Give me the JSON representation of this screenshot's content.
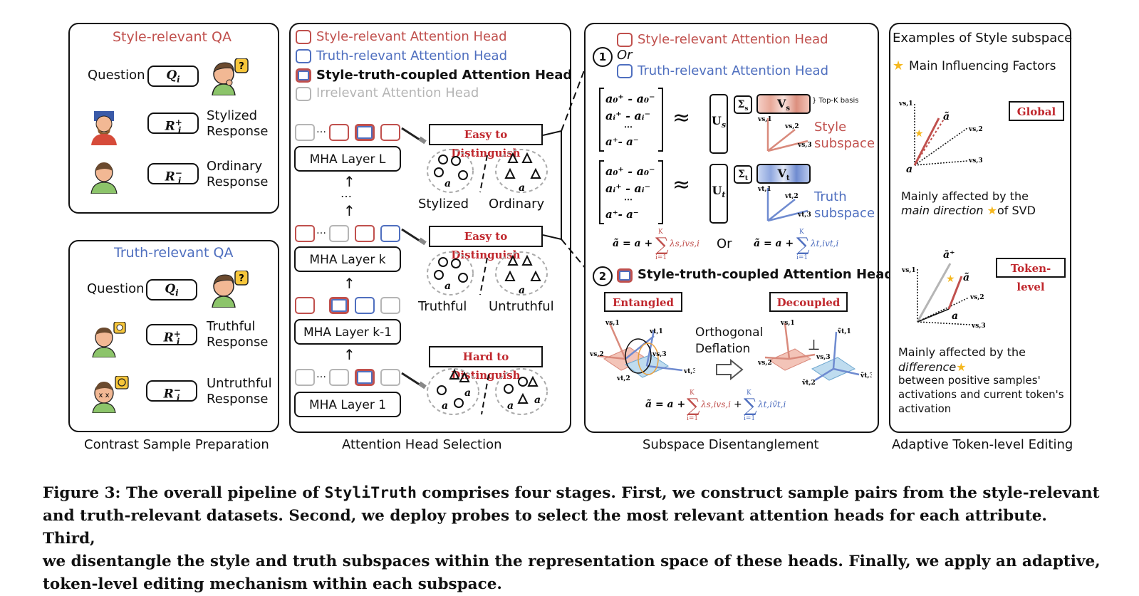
{
  "panel1": {
    "style_box_title": "Style-relevant QA",
    "truth_box_title": "Truth-relevant QA",
    "question_label": "Question",
    "q_symbol": "Q",
    "q_sub": "i",
    "r_pos": "R",
    "r_pos_sup": "+",
    "r_sub": "i",
    "r_neg": "R",
    "r_neg_sup": "−",
    "stylized_line1": "Stylized",
    "stylized_line2": "Response",
    "ordinary_line1": "Ordinary",
    "ordinary_line2": "Response",
    "truthful_line1": "Truthful",
    "truthful_line2": "Response",
    "untruthful_line1": "Untruthful",
    "untruthful_line2": "Response",
    "question_mark": "?",
    "footer": "Contrast Sample Preparation"
  },
  "panel2": {
    "legend": [
      {
        "label": "Style-relevant Attention Head",
        "color": "#c0504d"
      },
      {
        "label": "Truth-relevant Attention Head",
        "color": "#4f6fbf"
      },
      {
        "label": "Style-truth-coupled Attention Head",
        "color": "#111111"
      },
      {
        "label": "Irrelevant Attention Head",
        "color": "#b5b5b5"
      }
    ],
    "layers": [
      "MHA Layer L",
      "MHA Layer k",
      "MHA Layer k-1",
      "MHA Layer 1"
    ],
    "dots": "…",
    "vdots": "⋮",
    "easy": "Easy to Distinguish",
    "hard": "Hard to Distinguish",
    "stylized": "Stylized",
    "ordinary": "Ordinary",
    "truthful": "Truthful",
    "untruthful": "Untruthful",
    "a_plus": "a",
    "a_minus": "a",
    "footer": "Attention Head Selection"
  },
  "panel3": {
    "num1": "1",
    "num2": "2",
    "style_head": "Style-relevant Attention Head",
    "or": "Or",
    "truth_head": "Truth-relevant Attention Head",
    "approx": "≈",
    "u_s": "U",
    "u_s_sub": "s",
    "sigma_s": "Σ",
    "v_s": "V",
    "topk": "Top-K basis",
    "style_subspace_1": "Style",
    "style_subspace_2": "subspace",
    "u_t": "U",
    "u_t_sub": "t",
    "v_t": "V",
    "truth_subspace_1": "Truth",
    "truth_subspace_2": "subspace",
    "or_mid": "Or",
    "coupled_head": "Style-truth-coupled Attention Head",
    "entangled": "Entangled",
    "decoupled": "Decoupled",
    "orth_1": "Orthogonal",
    "orth_2": "Deflation",
    "perp": "⊥",
    "footer": "Subspace Disentanglement"
  },
  "panel4": {
    "title": "Examples of Style subspace",
    "star_label": "Main Influencing Factors",
    "global": "Global",
    "token_level": "Token-level",
    "global_desc_1": "Mainly affected by the",
    "global_desc_2a": "main direction",
    "global_desc_2b": "of SVD",
    "token_desc_1": "Mainly affected by the",
    "token_desc_2": "difference",
    "token_desc_3": "between positive samples'",
    "token_desc_4": "activations and current token's",
    "token_desc_5": "activation",
    "footer": "Adaptive Token-level Editing"
  },
  "caption": {
    "prefix": "Figure 3: The overall pipeline of ",
    "name": "StyliTruth",
    "rest1": " comprises four stages. First, we construct sample pairs from the style-relevant",
    "line2": "and truth-relevant datasets. Second, we deploy probes to select the most relevant attention heads for each attribute. Third,",
    "line3": "we disentangle the style and truth subspaces within the representation space of these heads. Finally, we apply an adaptive,",
    "line4": "token-level editing mechanism within each subspace."
  },
  "colors": {
    "style": "#c0504d",
    "truth": "#4f6fbf",
    "irrelevant": "#b5b5b5",
    "label_red": "#c0272d"
  }
}
